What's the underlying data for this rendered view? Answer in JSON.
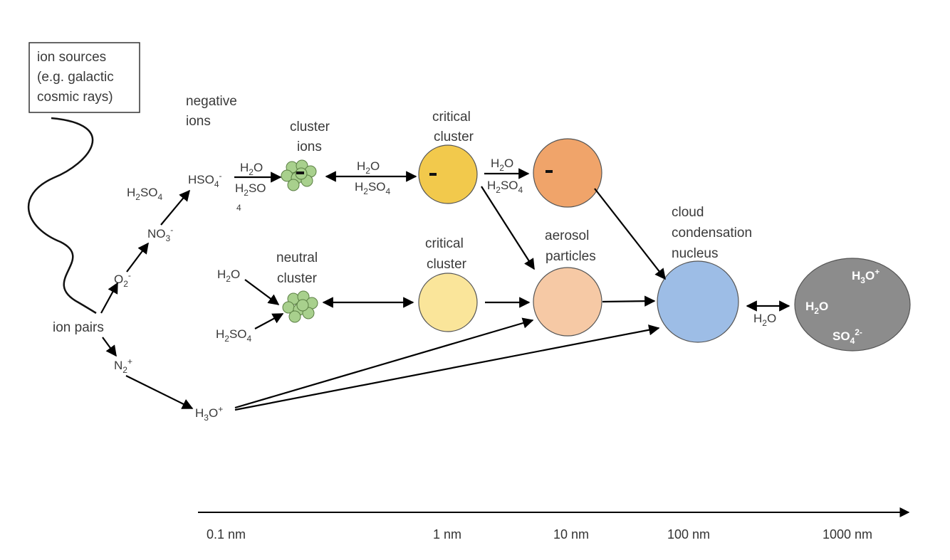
{
  "source_box": {
    "line1": "ion sources",
    "line2": "(e.g. galactic",
    "line3": "cosmic rays)"
  },
  "labels": {
    "negative_ions": [
      "negative",
      "ions"
    ],
    "cluster_ions": [
      "cluster",
      "ions"
    ],
    "critical_cluster_top": [
      "critical",
      "cluster"
    ],
    "critical_cluster_bottom": [
      "critical",
      "cluster"
    ],
    "neutral_cluster": [
      "neutral",
      "cluster"
    ],
    "aerosol_particles": [
      "aerosol",
      "particles"
    ],
    "ccn": [
      "cloud",
      "condensation",
      "nucleus"
    ],
    "ion_pairs": "ion pairs"
  },
  "species": {
    "h2so4_left": "H2SO4",
    "hso4": "HSO4-",
    "no3": "NO3-",
    "o2": "O2-",
    "n2": "N2+",
    "h3o": "H3O+",
    "h2o_neutral": "H2O",
    "h2so4_neutral": "H2SO4",
    "arrow1_top": "H2O",
    "arrow1_bottom": "H2SO 4",
    "arrow2_top": "H2O",
    "arrow2_bottom": "H2SO4",
    "arrow3_top": "H2O",
    "arrow3_bottom": "H2SO4",
    "droplet_arrow": "H2O",
    "droplet_h3o": "H3O+",
    "droplet_h2o": "H2O",
    "droplet_so4": "SO42-"
  },
  "charge_minus": "-",
  "axis": {
    "ticks": [
      "0.1 nm",
      "1 nm",
      "10 nm",
      "100 nm",
      "1000 nm"
    ]
  },
  "colors": {
    "cluster_green": "#a8d08d",
    "critical_ion": "#f2c94c",
    "charged_particle": "#f0a46a",
    "critical_neutral": "#fae59a",
    "aerosol": "#f6c9a5",
    "ccn": "#9dbde6",
    "droplet": "#8c8c8c"
  }
}
